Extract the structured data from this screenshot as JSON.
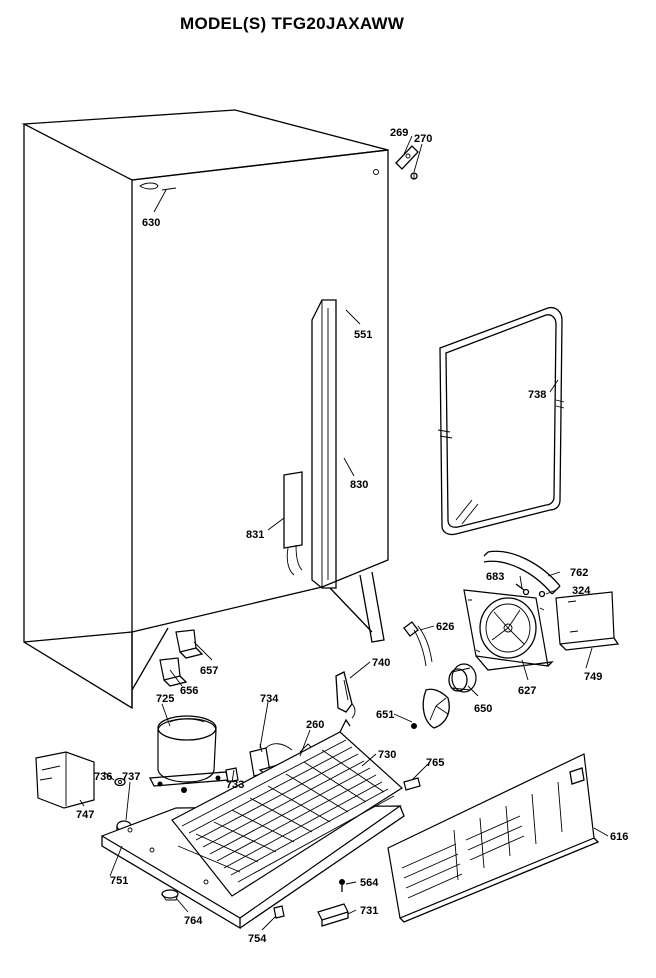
{
  "title": "MODEL(S) TFG20JAXAWW",
  "parts": {
    "p269": "269",
    "p270": "270",
    "p630": "630",
    "p551": "551",
    "p738": "738",
    "p830": "830",
    "p831": "831",
    "p762": "762",
    "p683": "683",
    "p324": "324",
    "p626": "626",
    "p657": "657",
    "p656": "656",
    "p740": "740",
    "p627": "627",
    "p749": "749",
    "p725": "725",
    "p734": "734",
    "p260": "260",
    "p651": "651",
    "p650": "650",
    "p736": "736",
    "p737": "737",
    "p733": "733",
    "p730": "730",
    "p765": "765",
    "p747": "747",
    "p616": "616",
    "p751": "751",
    "p564": "564",
    "p731": "731",
    "p764": "764",
    "p754": "754"
  }
}
